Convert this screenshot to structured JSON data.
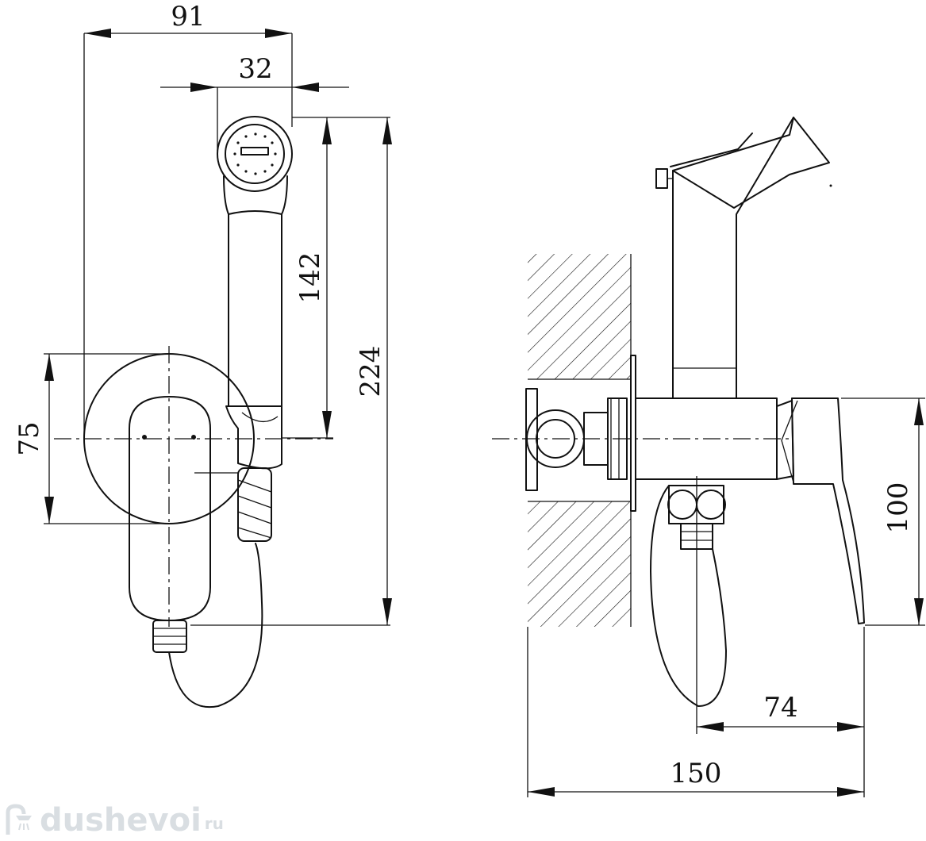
{
  "dimensions": {
    "front_width": "91",
    "head_width": "32",
    "handset_length": "142",
    "total_height": "224",
    "body_height": "75",
    "side_lever_height": "100",
    "side_offset": "74",
    "side_depth": "150"
  },
  "watermark": {
    "text": "dushevoi",
    "tld": "ru",
    "icon": "shower-icon"
  },
  "colors": {
    "line": "#111111",
    "background": "#ffffff",
    "watermark": "#7a8a99"
  }
}
